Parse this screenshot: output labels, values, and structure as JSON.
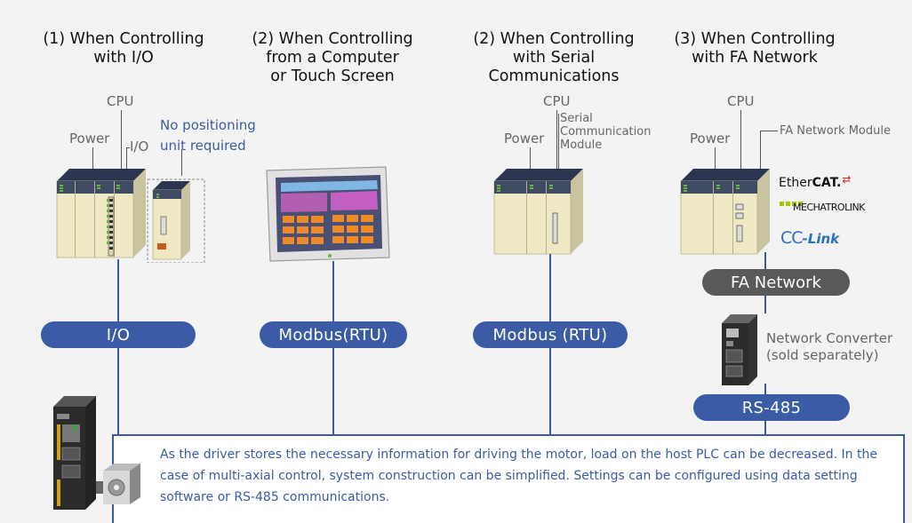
{
  "columns": [
    {
      "title": "(1) When Controlling\nwith I/O",
      "line1": "(1) When Controlling",
      "line2": "with I/O"
    },
    {
      "line1": "(2) When Controlling",
      "line2": "from a Computer",
      "line3": "or Touch Screen"
    },
    {
      "line1": "(2) When Controlling",
      "line2": "with Serial",
      "line3": "Communications"
    },
    {
      "line1": "(3) When Controlling",
      "line2": "with FA Network"
    }
  ],
  "labels": {
    "cpu": "CPU",
    "power": "Power",
    "io": "I/O",
    "no_positioning_1": "No positioning",
    "no_positioning_2": "unit required",
    "serial_module_1": "Serial",
    "serial_module_2": "Communication",
    "serial_module_3": "Module",
    "fa_network_module": "FA Network Module",
    "network_converter_1": "Network Converter",
    "network_converter_2": "(sold separately)"
  },
  "logos": {
    "ethercat_a": "Ether",
    "ethercat_b": "CAT.",
    "mechatrolink": "MECHATROLINK",
    "cclink_a": "CC",
    "cclink_b": "-Link"
  },
  "pills": {
    "io": "I/O",
    "modbus_rtu_1": "Modbus(RTU)",
    "modbus_rtu_2": "Modbus (RTU)",
    "fa_network": "FA Network",
    "rs485": "RS-485"
  },
  "description": "As the driver stores the necessary information for driving the motor, load on the host PLC can be decreased. In the case of multi-axial control, system construction can be simplified. Settings can be configured using data setting software or RS-485 communications.",
  "colors": {
    "accent_blue": "#3b5ba5",
    "gray_pill": "#595959",
    "module_body": "#efe8c4",
    "module_top": "#3f4a63"
  }
}
